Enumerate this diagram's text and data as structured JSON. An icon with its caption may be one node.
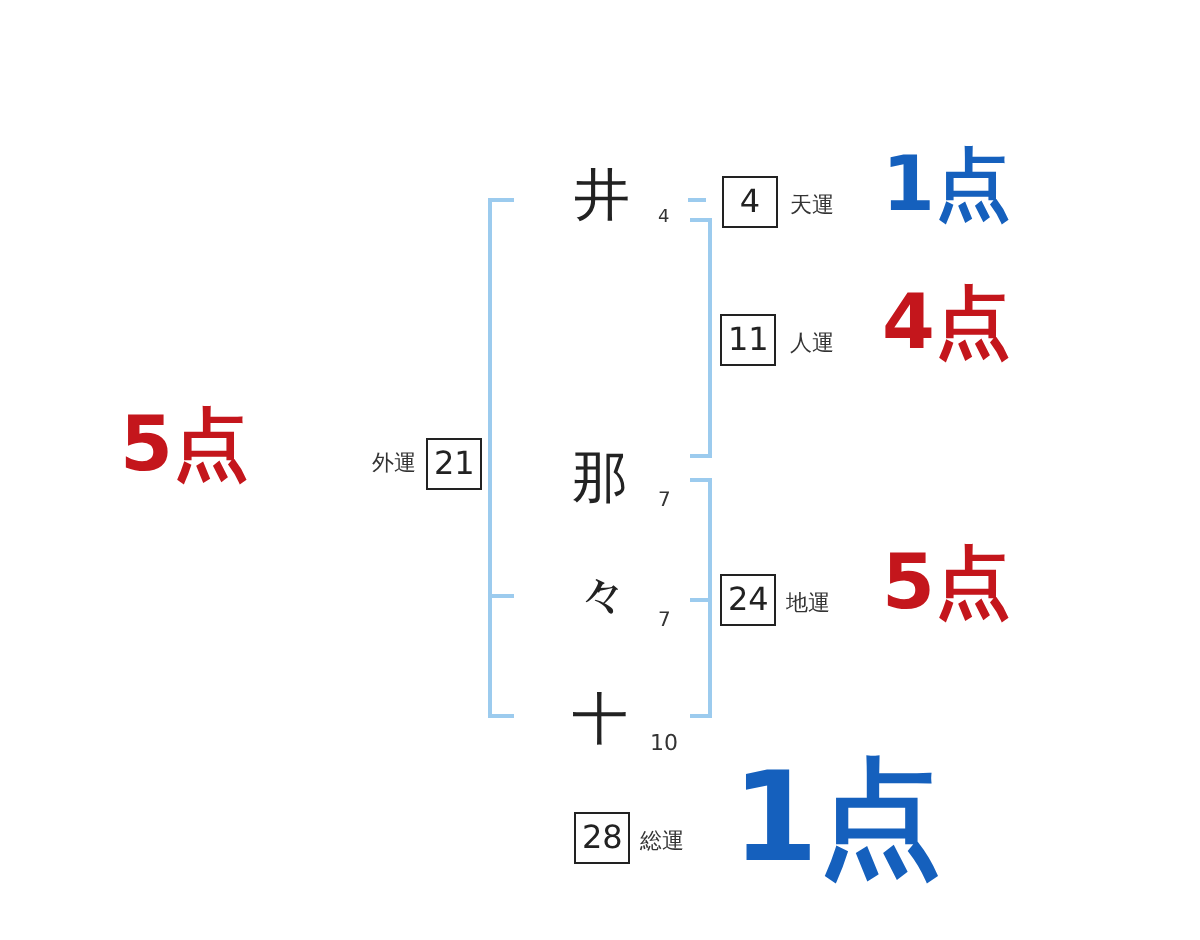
{
  "diagram": {
    "nodes": [
      {
        "text": [
          "4"
        ],
        "beside": [
          "天運"
        ]
      },
      {
        "text": [
          "11"
        ],
        "beside": [
          "人運"
        ]
      },
      {
        "text": [
          "21"
        ],
        "beside": [
          "外運"
        ]
      },
      {
        "text": [
          "24"
        ],
        "beside": [
          "地運"
        ]
      },
      {
        "text": [
          "28"
        ],
        "beside": [
          "総運"
        ]
      }
    ],
    "labels": [
      "井",
      "4",
      "1点",
      "4点",
      "5点",
      "那",
      "7",
      "々",
      "7",
      "5点",
      "十",
      "10",
      "1点"
    ]
  }
}
